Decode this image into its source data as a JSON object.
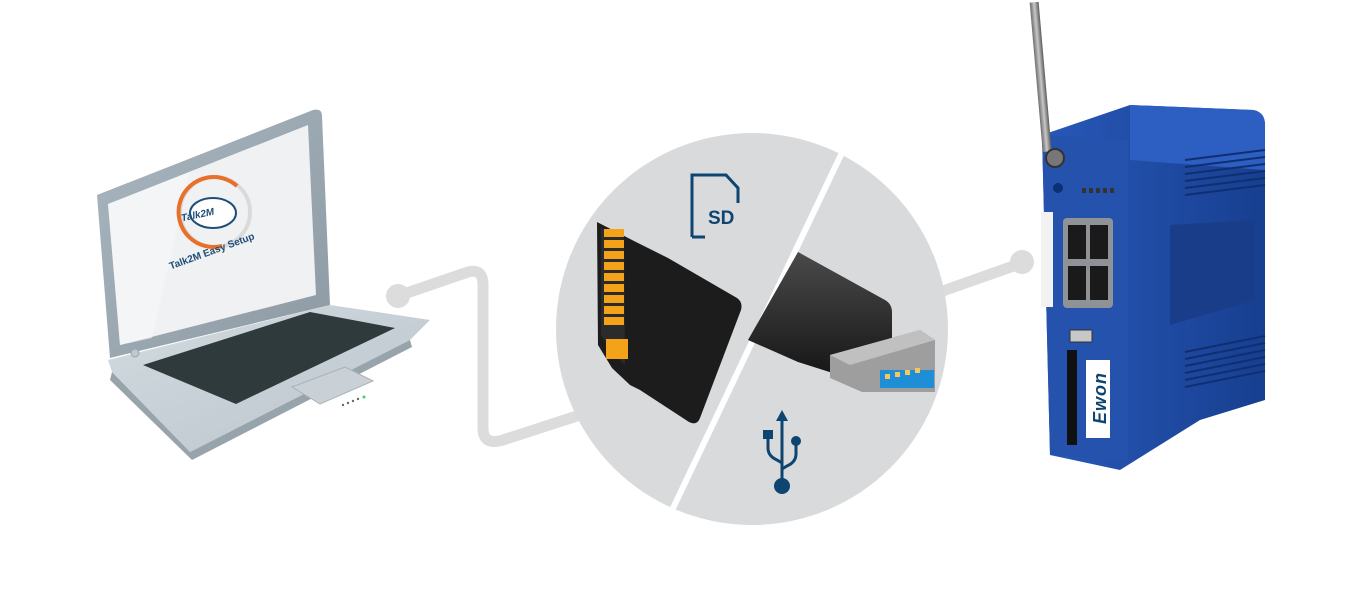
{
  "diagram": {
    "laptop": {
      "screen_app_name": "Talk2M Easy Setup",
      "logo_text": "Talk2M"
    },
    "media_circle": {
      "sd_label": "SD",
      "usb_icon": "usb-icon",
      "sd_icon": "sd-card-icon"
    },
    "device": {
      "brand": "Ewon",
      "type": "industrial-router"
    },
    "colors": {
      "connector_gray": "#dcdcdc",
      "circle_gray": "#d9dadb",
      "icon_blue": "#0e4470",
      "device_blue": "#1f4ea8",
      "sd_contacts": "#f39c12",
      "logo_orange": "#e8702a",
      "usb_blue": "#1e8fd6"
    }
  }
}
